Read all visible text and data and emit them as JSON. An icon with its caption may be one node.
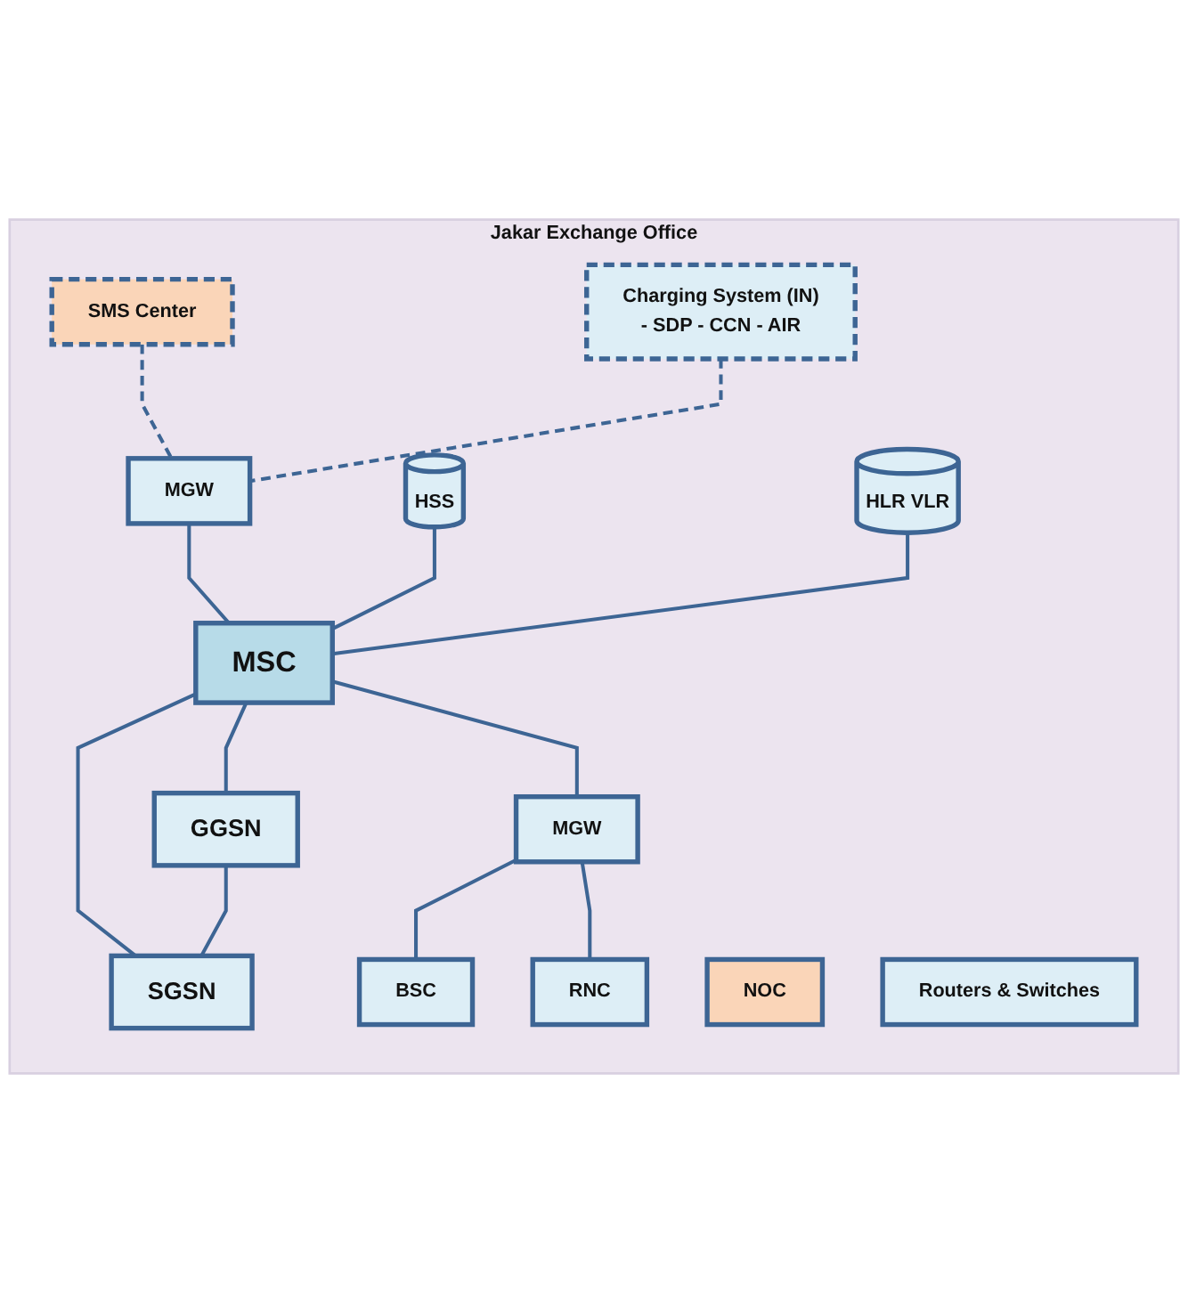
{
  "diagram": {
    "nodes": [
      {
        "text": [
          "Jakar Exchange Office"
        ]
      },
      {
        "text": [
          "SMS Center"
        ],
        "in": 0
      },
      {
        "text": [
          "Charging System (IN)",
          "- SDP - CCN - AIR"
        ],
        "in": 0
      },
      {
        "text": [
          "NOC"
        ],
        "in": 0
      },
      {
        "text": [
          "MGW"
        ],
        "in": 0
      },
      {
        "text": [
          "HSS"
        ],
        "in": 0
      },
      {
        "text": [
          "HLR VLR"
        ],
        "in": 0
      },
      {
        "text": [
          "MSC"
        ],
        "in": 0
      },
      {
        "text": [
          "GGSN"
        ],
        "in": 0
      },
      {
        "text": [
          "SGSN"
        ],
        "in": 0
      },
      {
        "text": [
          "MGW"
        ],
        "in": 0
      },
      {
        "text": [
          "BSC"
        ],
        "in": 0
      },
      {
        "text": [
          "RNC"
        ],
        "in": 0
      },
      {
        "text": [
          "Routers & Switches"
        ],
        "in": 0
      }
    ],
    "edges": [
      {
        "from": 1,
        "to": 4,
        "arrow": "none",
        "style": "dashed"
      },
      {
        "from": 2,
        "to": 4,
        "arrow": "none",
        "style": "dashed"
      },
      {
        "from": 4,
        "to": 7,
        "arrow": "none"
      },
      {
        "from": 5,
        "to": 7,
        "arrow": "none"
      },
      {
        "from": 6,
        "to": 7,
        "arrow": "none"
      },
      {
        "from": 7,
        "to": 8,
        "arrow": "none"
      },
      {
        "from": 7,
        "to": 9,
        "arrow": "none"
      },
      {
        "from": 8,
        "to": 9,
        "arrow": "none"
      },
      {
        "from": 7,
        "to": 10,
        "arrow": "none"
      },
      {
        "from": 10,
        "to": 11,
        "arrow": "none"
      },
      {
        "from": 10,
        "to": 12,
        "arrow": "none"
      }
    ]
  }
}
